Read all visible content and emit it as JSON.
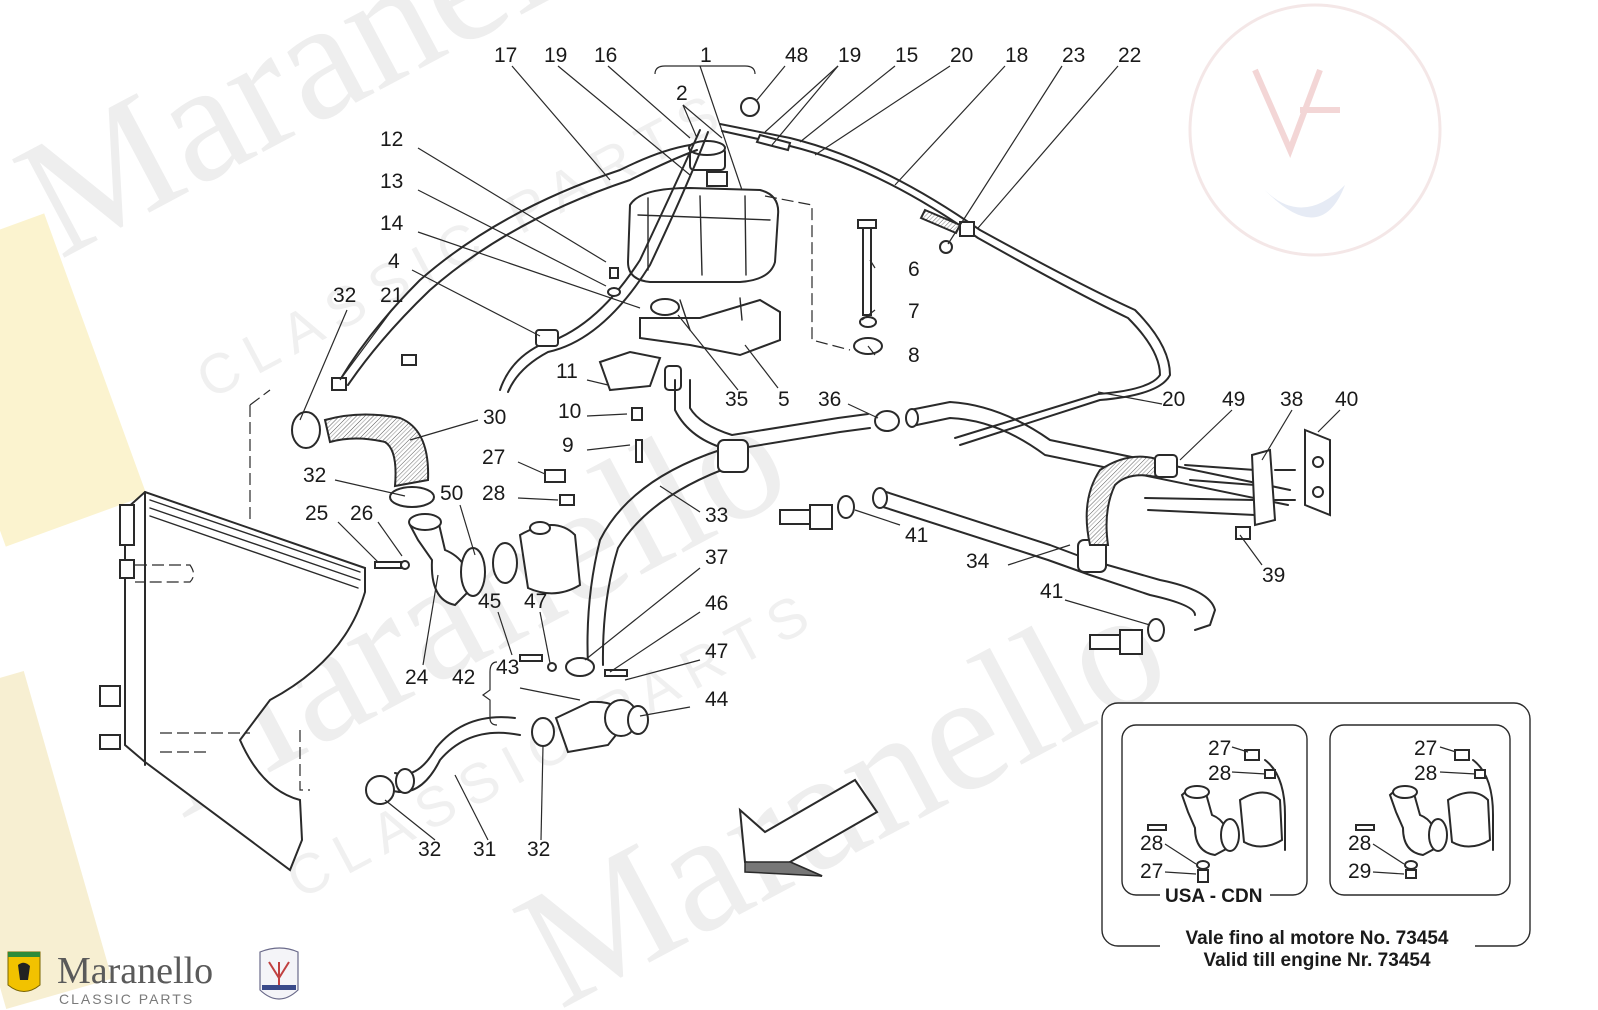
{
  "watermark": {
    "main": "Maranello",
    "sub": "CLASSIC PARTS"
  },
  "logo": {
    "main": "Maranello",
    "sub": "CLASSIC PARTS"
  },
  "callouts": [
    {
      "id": "c17",
      "text": "17"
    },
    {
      "id": "c19a",
      "text": "19"
    },
    {
      "id": "c16",
      "text": "16"
    },
    {
      "id": "c1",
      "text": "1"
    },
    {
      "id": "c48",
      "text": "48"
    },
    {
      "id": "c19b",
      "text": "19"
    },
    {
      "id": "c15",
      "text": "15"
    },
    {
      "id": "c20a",
      "text": "20"
    },
    {
      "id": "c18",
      "text": "18"
    },
    {
      "id": "c23",
      "text": "23"
    },
    {
      "id": "c22",
      "text": "22"
    },
    {
      "id": "c2",
      "text": "2"
    },
    {
      "id": "c12",
      "text": "12"
    },
    {
      "id": "c13",
      "text": "13"
    },
    {
      "id": "c14",
      "text": "14"
    },
    {
      "id": "c4",
      "text": "4"
    },
    {
      "id": "c32a",
      "text": "32"
    },
    {
      "id": "c21",
      "text": "21"
    },
    {
      "id": "c6",
      "text": "6"
    },
    {
      "id": "c7",
      "text": "7"
    },
    {
      "id": "c8",
      "text": "8"
    },
    {
      "id": "c11",
      "text": "11"
    },
    {
      "id": "c35",
      "text": "35"
    },
    {
      "id": "c5",
      "text": "5"
    },
    {
      "id": "c36",
      "text": "36"
    },
    {
      "id": "c20b",
      "text": "20"
    },
    {
      "id": "c49",
      "text": "49"
    },
    {
      "id": "c38",
      "text": "38"
    },
    {
      "id": "c40",
      "text": "40"
    },
    {
      "id": "c10",
      "text": "10"
    },
    {
      "id": "c9",
      "text": "9"
    },
    {
      "id": "c30",
      "text": "30"
    },
    {
      "id": "c27a",
      "text": "27"
    },
    {
      "id": "c28a",
      "text": "28"
    },
    {
      "id": "c32b",
      "text": "32"
    },
    {
      "id": "c50",
      "text": "50"
    },
    {
      "id": "c33",
      "text": "33"
    },
    {
      "id": "c25",
      "text": "25"
    },
    {
      "id": "c26",
      "text": "26"
    },
    {
      "id": "c41a",
      "text": "41"
    },
    {
      "id": "c39",
      "text": "39"
    },
    {
      "id": "c37",
      "text": "37"
    },
    {
      "id": "c34",
      "text": "34"
    },
    {
      "id": "c45",
      "text": "45"
    },
    {
      "id": "c47a",
      "text": "47"
    },
    {
      "id": "c46",
      "text": "46"
    },
    {
      "id": "c41b",
      "text": "41"
    },
    {
      "id": "c24",
      "text": "24"
    },
    {
      "id": "c42",
      "text": "42"
    },
    {
      "id": "c43",
      "text": "43"
    },
    {
      "id": "c47b",
      "text": "47"
    },
    {
      "id": "c44",
      "text": "44"
    },
    {
      "id": "c32c",
      "text": "32"
    },
    {
      "id": "c31",
      "text": "31"
    },
    {
      "id": "c32d",
      "text": "32"
    }
  ],
  "inset": {
    "left_callouts": [
      "27",
      "28",
      "28",
      "27"
    ],
    "right_callouts": [
      "27",
      "28",
      "28",
      "29"
    ],
    "left_label": "USA - CDN",
    "note_line1": "Vale fino al motore No. 73454",
    "note_line2": "Valid till engine Nr. 73454"
  }
}
